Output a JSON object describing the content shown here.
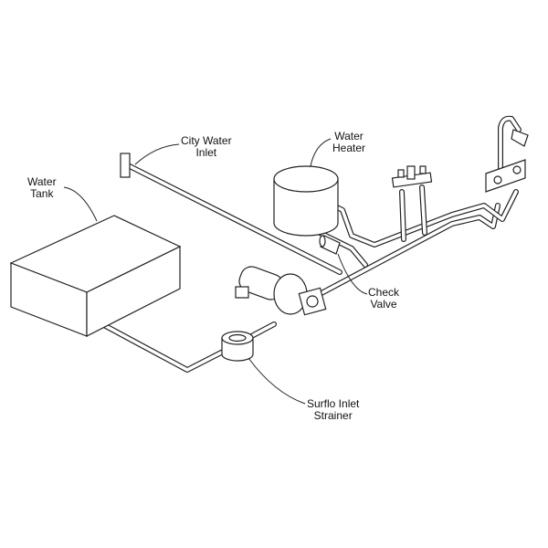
{
  "labels": {
    "water_tank": [
      "Water",
      "Tank"
    ],
    "city_water_inlet": [
      "City Water",
      "Inlet"
    ],
    "water_heater": [
      "Water",
      "Heater"
    ],
    "check_valve": [
      "Check",
      "Valve"
    ],
    "inlet_strainer": [
      "Surflo Inlet",
      "Strainer"
    ]
  }
}
